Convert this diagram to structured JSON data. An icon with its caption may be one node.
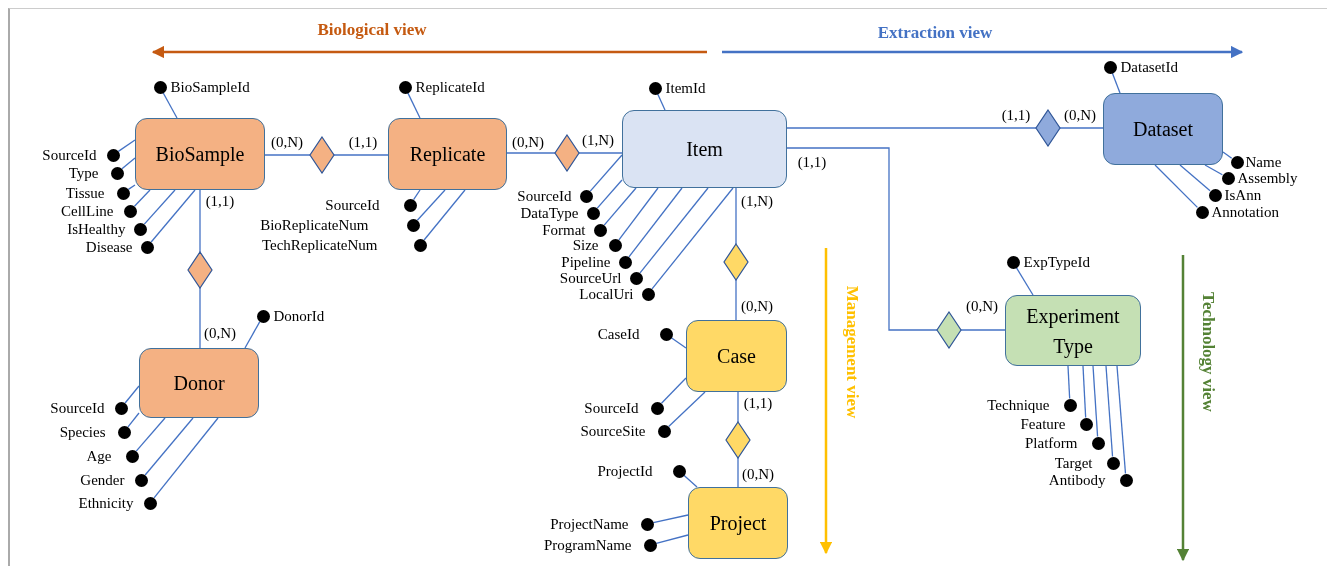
{
  "diagram": {
    "nodes": [
      {
        "text": [
          "BioSample"
        ]
      },
      {
        "text": [
          "Replicate"
        ]
      },
      {
        "text": [
          "Item"
        ]
      },
      {
        "text": [
          "Dataset"
        ]
      },
      {
        "text": [
          "Donor"
        ]
      },
      {
        "text": [
          "Case"
        ]
      },
      {
        "text": [
          "Project"
        ]
      },
      {
        "text": [
          "Experiment Type"
        ]
      },
      {
        "text": [],
        "shape": "diamond"
      },
      {
        "text": [],
        "shape": "diamond"
      },
      {
        "text": [],
        "shape": "diamond"
      },
      {
        "text": [],
        "shape": "diamond"
      },
      {
        "text": [],
        "shape": "diamond"
      },
      {
        "text": [],
        "shape": "diamond"
      },
      {
        "text": [],
        "shape": "diamond"
      },
      {
        "text": [
          "BioSampleId"
        ]
      },
      {
        "text": [
          "SourceId"
        ]
      },
      {
        "text": [
          "Type"
        ]
      },
      {
        "text": [
          "Tissue"
        ]
      },
      {
        "text": [
          "CellLine"
        ]
      },
      {
        "text": [
          "IsHealthy"
        ]
      },
      {
        "text": [
          "Disease"
        ]
      },
      {
        "text": [
          "ReplicateId"
        ]
      },
      {
        "text": [
          "SourceId"
        ]
      },
      {
        "text": [
          "BioReplicateNum"
        ]
      },
      {
        "text": [
          "TechReplicateNum"
        ]
      },
      {
        "text": [
          "ItemId"
        ]
      },
      {
        "text": [
          "SourceId"
        ]
      },
      {
        "text": [
          "DataType"
        ]
      },
      {
        "text": [
          "Format"
        ]
      },
      {
        "text": [
          "Size"
        ]
      },
      {
        "text": [
          "Pipeline"
        ]
      },
      {
        "text": [
          "SourceUrl"
        ]
      },
      {
        "text": [
          "LocalUri"
        ]
      },
      {
        "text": [
          "DatasetId"
        ]
      },
      {
        "text": [
          "Name"
        ]
      },
      {
        "text": [
          "Assembly"
        ]
      },
      {
        "text": [
          "IsAnn"
        ]
      },
      {
        "text": [
          "Annotation"
        ]
      },
      {
        "text": [
          "DonorId"
        ]
      },
      {
        "text": [
          "SourceId"
        ]
      },
      {
        "text": [
          "Species"
        ]
      },
      {
        "text": [
          "Age"
        ]
      },
      {
        "text": [
          "Gender"
        ]
      },
      {
        "text": [
          "Ethnicity"
        ]
      },
      {
        "text": [
          "CaseId"
        ]
      },
      {
        "text": [
          "SourceId"
        ]
      },
      {
        "text": [
          "SourceSite"
        ]
      },
      {
        "text": [
          "ProjectId"
        ]
      },
      {
        "text": [
          "ProjectName"
        ]
      },
      {
        "text": [
          "ProgramName"
        ]
      },
      {
        "text": [
          "ExpTypeId"
        ]
      },
      {
        "text": [
          "Technique"
        ]
      },
      {
        "text": [
          "Feature"
        ]
      },
      {
        "text": [
          "Platform"
        ]
      },
      {
        "text": [
          "Target"
        ]
      },
      {
        "text": [
          "Antibody"
        ]
      }
    ],
    "edges": [
      {
        "from": 0,
        "to": 8,
        "arrow": "none",
        "label": "(0,N)"
      },
      {
        "from": 8,
        "to": 1,
        "arrow": "none",
        "label": "(1,1)"
      },
      {
        "from": 1,
        "to": 9,
        "arrow": "none",
        "label": "(0,N)"
      },
      {
        "from": 9,
        "to": 2,
        "arrow": "none",
        "label": "(1,N)"
      },
      {
        "from": 2,
        "to": 10,
        "arrow": "none",
        "label": "(1,1)"
      },
      {
        "from": 10,
        "to": 3,
        "arrow": "none",
        "label": "(0,N)"
      },
      {
        "from": 0,
        "to": 11,
        "arrow": "none",
        "label": "(1,1)"
      },
      {
        "from": 11,
        "to": 4,
        "arrow": "none",
        "label": "(0,N)"
      },
      {
        "from": 2,
        "to": 12,
        "arrow": "none",
        "label": "(1,N)"
      },
      {
        "from": 12,
        "to": 5,
        "arrow": "none",
        "label": "(0,N)"
      },
      {
        "from": 5,
        "to": 13,
        "arrow": "none",
        "label": "(1,1)"
      },
      {
        "from": 13,
        "to": 6,
        "arrow": "none",
        "label": "(0,N)"
      },
      {
        "from": 2,
        "to": 14,
        "arrow": "none",
        "label": "(1,1)"
      },
      {
        "from": 14,
        "to": 7,
        "arrow": "none",
        "label": "(0,N)"
      },
      {
        "from": 0,
        "to": 15,
        "arrow": "none"
      },
      {
        "from": 0,
        "to": 16,
        "arrow": "none"
      },
      {
        "from": 0,
        "to": 17,
        "arrow": "none"
      },
      {
        "from": 0,
        "to": 18,
        "arrow": "none"
      },
      {
        "from": 0,
        "to": 19,
        "arrow": "none"
      },
      {
        "from": 0,
        "to": 20,
        "arrow": "none"
      },
      {
        "from": 0,
        "to": 21,
        "arrow": "none"
      },
      {
        "from": 1,
        "to": 22,
        "arrow": "none"
      },
      {
        "from": 1,
        "to": 23,
        "arrow": "none"
      },
      {
        "from": 1,
        "to": 24,
        "arrow": "none"
      },
      {
        "from": 1,
        "to": 25,
        "arrow": "none"
      },
      {
        "from": 2,
        "to": 26,
        "arrow": "none"
      },
      {
        "from": 2,
        "to": 27,
        "arrow": "none"
      },
      {
        "from": 2,
        "to": 28,
        "arrow": "none"
      },
      {
        "from": 2,
        "to": 29,
        "arrow": "none"
      },
      {
        "from": 2,
        "to": 30,
        "arrow": "none"
      },
      {
        "from": 2,
        "to": 31,
        "arrow": "none"
      },
      {
        "from": 2,
        "to": 32,
        "arrow": "none"
      },
      {
        "from": 2,
        "to": 33,
        "arrow": "none"
      },
      {
        "from": 3,
        "to": 34,
        "arrow": "none"
      },
      {
        "from": 3,
        "to": 35,
        "arrow": "none"
      },
      {
        "from": 3,
        "to": 36,
        "arrow": "none"
      },
      {
        "from": 3,
        "to": 37,
        "arrow": "none"
      },
      {
        "from": 3,
        "to": 38,
        "arrow": "none"
      },
      {
        "from": 4,
        "to": 39,
        "arrow": "none"
      },
      {
        "from": 4,
        "to": 40,
        "arrow": "none"
      },
      {
        "from": 4,
        "to": 41,
        "arrow": "none"
      },
      {
        "from": 4,
        "to": 42,
        "arrow": "none"
      },
      {
        "from": 4,
        "to": 43,
        "arrow": "none"
      },
      {
        "from": 4,
        "to": 44,
        "arrow": "none"
      },
      {
        "from": 5,
        "to": 45,
        "arrow": "none"
      },
      {
        "from": 5,
        "to": 46,
        "arrow": "none"
      },
      {
        "from": 5,
        "to": 47,
        "arrow": "none"
      },
      {
        "from": 6,
        "to": 48,
        "arrow": "none"
      },
      {
        "from": 6,
        "to": 49,
        "arrow": "none"
      },
      {
        "from": 6,
        "to": 50,
        "arrow": "none"
      },
      {
        "from": 7,
        "to": 51,
        "arrow": "none"
      },
      {
        "from": 7,
        "to": 52,
        "arrow": "none"
      },
      {
        "from": 7,
        "to": 53,
        "arrow": "none"
      },
      {
        "from": 7,
        "to": 54,
        "arrow": "none"
      },
      {
        "from": 7,
        "to": 55,
        "arrow": "none"
      },
      {
        "from": 7,
        "to": 56,
        "arrow": "none"
      }
    ],
    "labels": [
      "Biological view",
      "Extraction view",
      "Management view",
      "Technology view"
    ]
  }
}
